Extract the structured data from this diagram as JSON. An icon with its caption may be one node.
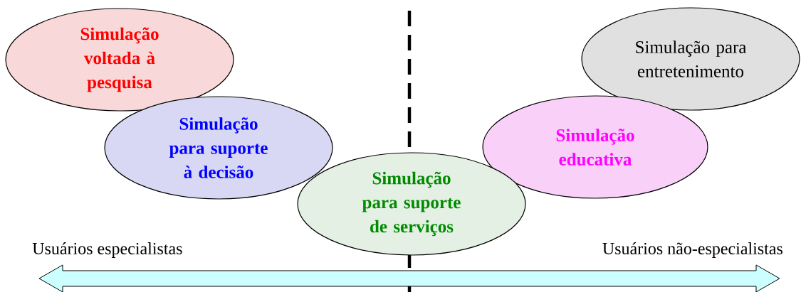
{
  "diagram": {
    "nodes": [
      {
        "text": [
          "Simulação voltada à pesquisa"
        ]
      },
      {
        "text": [
          "Simulação para entretenimento"
        ]
      },
      {
        "text": [
          "Simulação para suporte à decisão"
        ]
      },
      {
        "text": [
          "Simulação educativa"
        ]
      },
      {
        "text": [
          "Simulação para suporte de serviços"
        ]
      }
    ],
    "labels": [
      "Usuários especialistas",
      "Usuários não-especialistas"
    ]
  }
}
